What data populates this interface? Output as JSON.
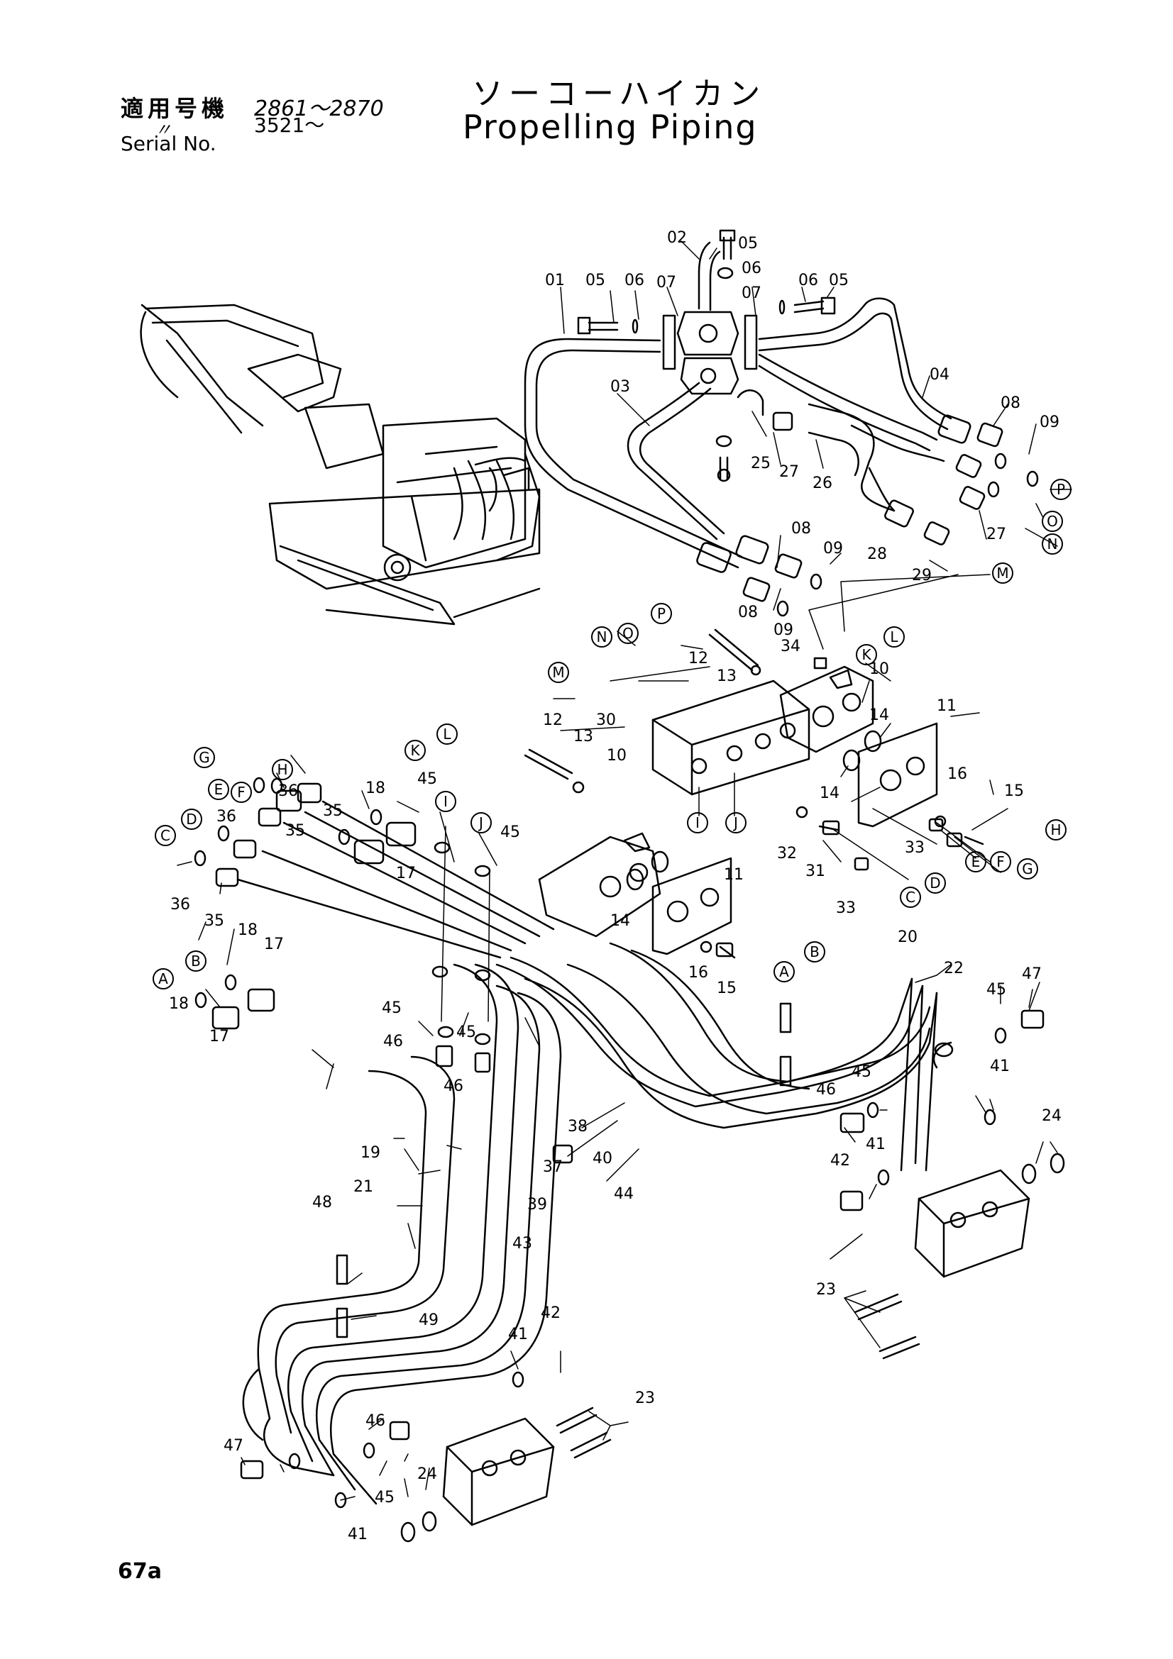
{
  "header": {
    "serial_label_jp": "適用号機",
    "serial_range_1": "2861～2870",
    "ditto": "〃",
    "serial_range_2": "3521～",
    "serial_label_en": "Serial No.",
    "title_jp": "ソーコーハイカン",
    "title_en": "Propelling Piping"
  },
  "page_number": "67a",
  "callouts": [
    "01",
    "02",
    "03",
    "04",
    "05",
    "05",
    "05",
    "06",
    "06",
    "06",
    "07",
    "07",
    "08",
    "08",
    "08",
    "09",
    "09",
    "09",
    "25",
    "26",
    "27",
    "27",
    "28",
    "29",
    "10",
    "10",
    "11",
    "11",
    "12",
    "12",
    "13",
    "13",
    "14",
    "14",
    "14",
    "15",
    "15",
    "16",
    "16",
    "17",
    "17",
    "17",
    "18",
    "18",
    "18",
    "20",
    "19",
    "21",
    "22",
    "23",
    "23",
    "24",
    "24",
    "30",
    "31",
    "32",
    "33",
    "33",
    "34",
    "35",
    "35",
    "35",
    "36",
    "36",
    "36",
    "37",
    "38",
    "39",
    "40",
    "41",
    "41",
    "41",
    "41",
    "42",
    "42",
    "43",
    "44",
    "45",
    "45",
    "45",
    "45",
    "45",
    "45",
    "45",
    "46",
    "46",
    "46",
    "46",
    "47",
    "47",
    "48",
    "49"
  ],
  "port_markers": [
    "P",
    "O",
    "N",
    "M",
    "L",
    "K",
    "P",
    "O",
    "N",
    "M",
    "L",
    "K",
    "I",
    "J",
    "H",
    "E",
    "F",
    "G",
    "C",
    "D",
    "A",
    "B",
    "G",
    "H",
    "E",
    "F",
    "D",
    "C",
    "I",
    "J",
    "A",
    "B"
  ]
}
